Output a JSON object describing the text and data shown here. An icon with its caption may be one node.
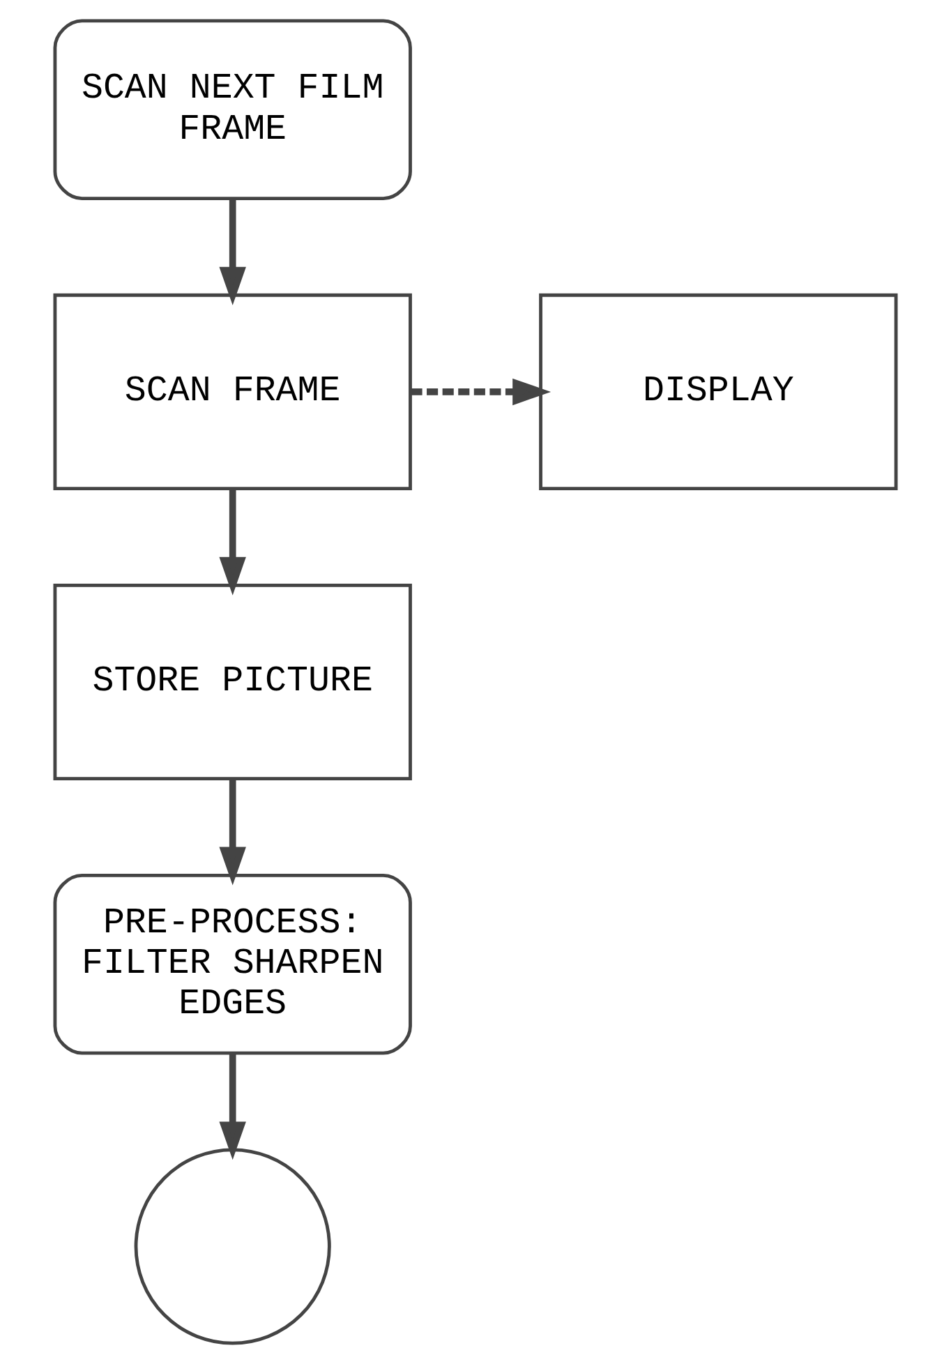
{
  "diagram": {
    "nodes": [
      {
        "text": [
          "SCAN NEXT FILM FRAME"
        ]
      },
      {
        "text": [
          "SCAN FRAME"
        ]
      },
      {
        "text": [
          "DISPLAY"
        ]
      },
      {
        "text": [
          "STORE PICTURE"
        ]
      },
      {
        "text": [
          "PRE-PROCESS: FILTER SHARPEN EDGES"
        ]
      },
      {
        "text": [],
        "shape": "circle"
      }
    ],
    "edges": [
      {
        "from": 0,
        "to": 1,
        "arrow": "to"
      },
      {
        "from": 1,
        "to": 2,
        "arrow": "to",
        "style": "dashed"
      },
      {
        "from": 1,
        "to": 3,
        "arrow": "to"
      },
      {
        "from": 3,
        "to": 4,
        "arrow": "to"
      },
      {
        "from": 4,
        "to": 5,
        "arrow": "to"
      }
    ]
  }
}
